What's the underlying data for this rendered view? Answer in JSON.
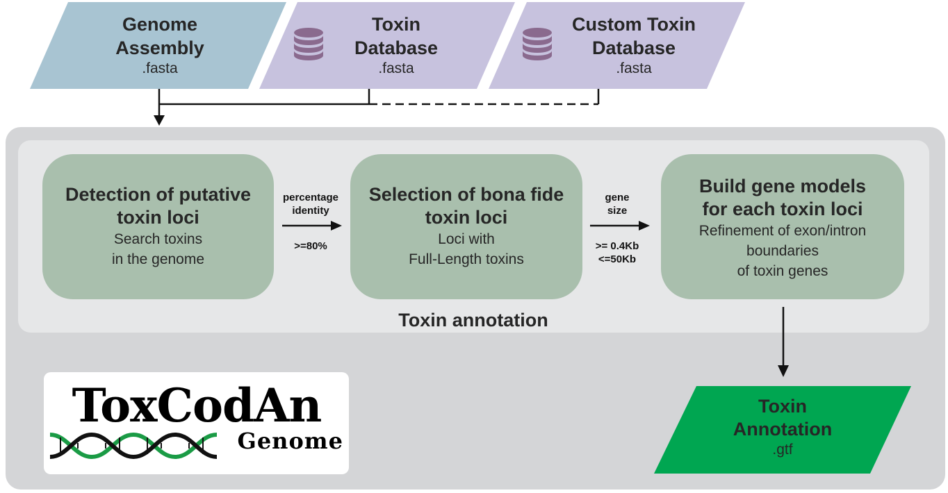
{
  "inputs": [
    {
      "title": "Genome\nAssembly",
      "ext": ".fasta",
      "color": "#a8c4d2"
    },
    {
      "title": "Toxin\nDatabase",
      "ext": ".fasta",
      "color": "#c7c2de",
      "icon": "database-icon"
    },
    {
      "title": "Custom Toxin\nDatabase",
      "ext": ".fasta",
      "color": "#c7c2de",
      "icon": "database-icon"
    }
  ],
  "panel": {
    "label": "Toxin annotation",
    "outer_color": "#d4d5d7",
    "inner_color": "#e6e7e8",
    "step_color": "#a9bfad"
  },
  "steps": [
    {
      "title": "Detection of putative\ntoxin loci",
      "desc": "Search toxins\nin the genome"
    },
    {
      "title": "Selection of bona fide\ntoxin loci",
      "desc": "Loci with\nFull-Length toxins"
    },
    {
      "title": "Build gene models\nfor each toxin loci",
      "desc": "Refinement of exon/intron\nboundaries\nof toxin genes"
    }
  ],
  "arrow_labels": [
    {
      "top": "percentage\nidentity",
      "bottom": ">=80%"
    },
    {
      "top": "gene\nsize",
      "bottom": ">= 0.4Kb\n<=50Kb"
    }
  ],
  "output": {
    "title": "Toxin\nAnnotation",
    "ext": ".gtf",
    "color": "#00a651"
  },
  "logo": {
    "main": "ToxCodAn",
    "sub": "Genome",
    "icon": "dna-helix-icon"
  }
}
